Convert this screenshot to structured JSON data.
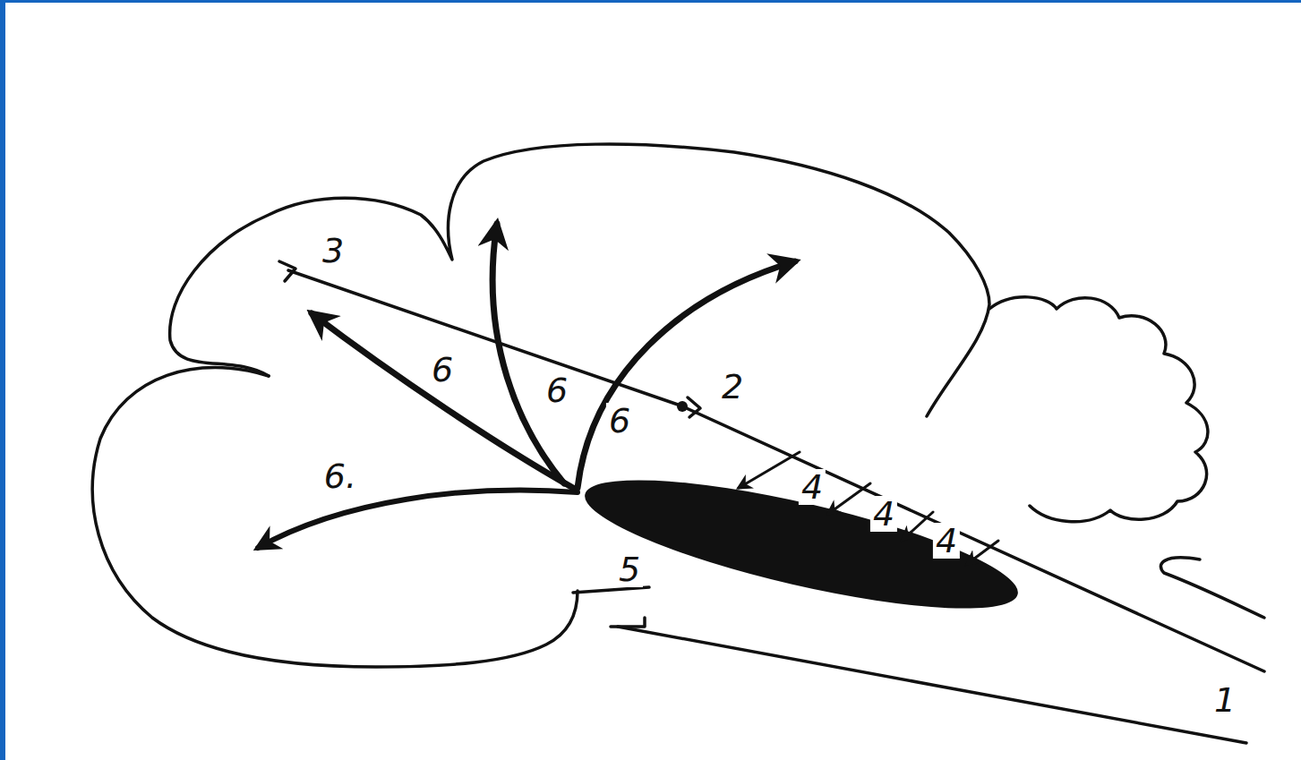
{
  "diagram": {
    "labels": [
      "3",
      "6",
      "6",
      "6",
      "2",
      "6.",
      "4",
      "4",
      "4",
      "5",
      "1"
    ]
  }
}
